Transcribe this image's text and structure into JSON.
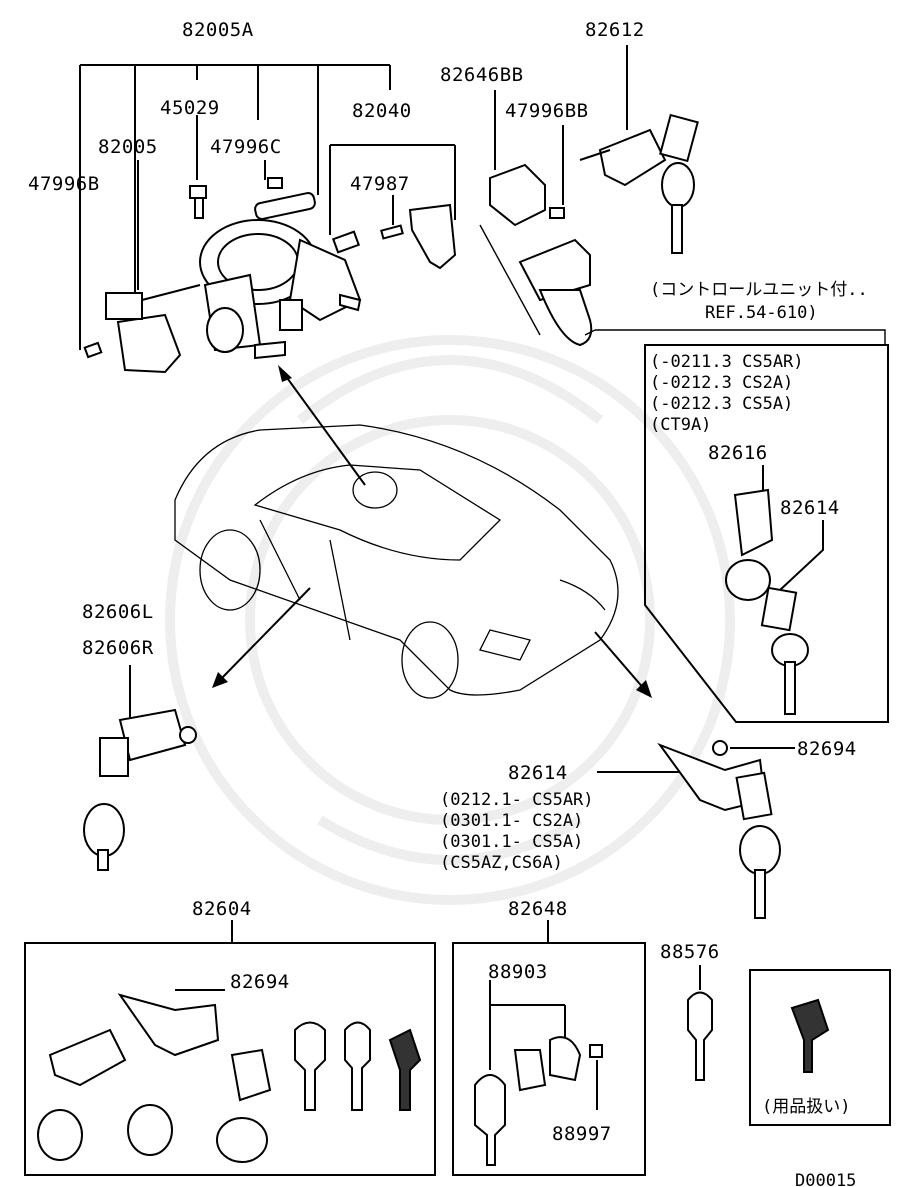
{
  "diagram": {
    "labels": {
      "p82005A": "82005A",
      "p45029": "45029",
      "p82005": "82005",
      "p47996C": "47996C",
      "p47996B": "47996B",
      "p82040": "82040",
      "p47987": "47987",
      "p82646BB": "82646BB",
      "p47996BB": "47996BB",
      "p82612": "82612",
      "ref_line1": "(コントロールユニット付..",
      "ref_line2": "REF.54-610)",
      "range_a1": "(-0211.3 CS5AR)",
      "range_a2": "(-0212.3 CS2A)",
      "range_a3": "(-0212.3 CS5A)",
      "range_a4": "(CT9A)",
      "p82616": "82616",
      "p82614_top": "82614",
      "p82606L": "82606L",
      "p82606R": "82606R",
      "p82694_mid": "82694",
      "p82614_mid": "82614",
      "range_b1": "(0212.1- CS5AR)",
      "range_b2": "(0301.1- CS2A)",
      "range_b3": "(0301.1- CS5A)",
      "range_b4": "(CS5AZ,CS6A)",
      "p82604": "82604",
      "p82694_box": "82694",
      "p82648": "82648",
      "p88903": "88903",
      "p88997": "88997",
      "p88576": "88576",
      "accessory": "(用品扱い)",
      "diagram_code": "D00015"
    }
  }
}
